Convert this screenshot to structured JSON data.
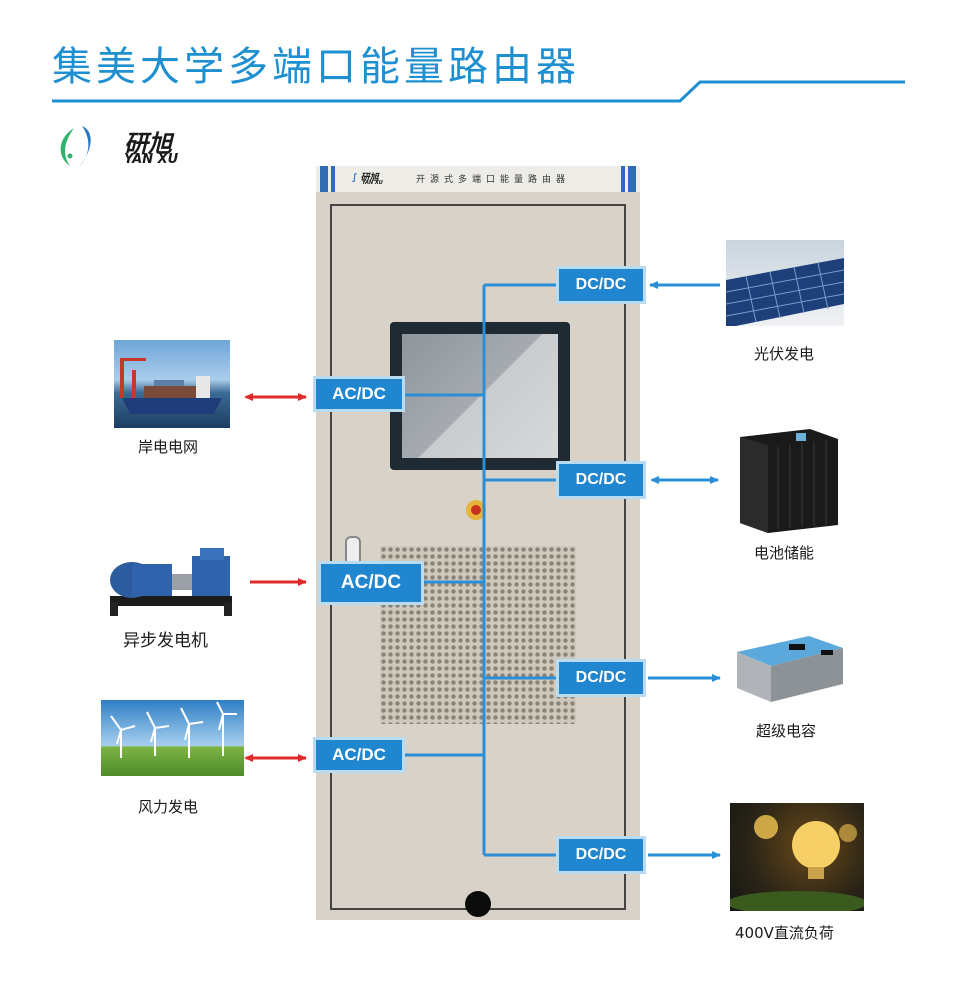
{
  "header": {
    "title": "集美大学多端口能量路由器"
  },
  "brand": {
    "name_cn": "研旭",
    "name_en": "YAN XU"
  },
  "cabinet": {
    "brand_cn": "研旭",
    "brand_en": "YAN XU",
    "label": "开源式多端口能量路由器"
  },
  "converters": {
    "left_1": "AC/DC",
    "left_2": "AC/DC",
    "left_3": "AC/DC",
    "right_1": "DC/DC",
    "right_2": "DC/DC",
    "right_3": "DC/DC",
    "right_4": "DC/DC"
  },
  "sources": {
    "shore_power": "岸电电网",
    "async_generator": "异步发电机",
    "wind_power": "风力发电",
    "photovoltaic": "光伏发电",
    "battery_storage": "电池储能",
    "supercapacitor": "超级电容",
    "dc_load": "400V直流负荷"
  },
  "colors": {
    "title_blue": "#1e8fd0",
    "converter_blue": "#1f86cf",
    "bus_blue": "#2a8fd6",
    "bidirectional_red": "#e02a2a",
    "header_stripe": "#2f6cb3",
    "cabinet_body": "#d8d2c8"
  }
}
